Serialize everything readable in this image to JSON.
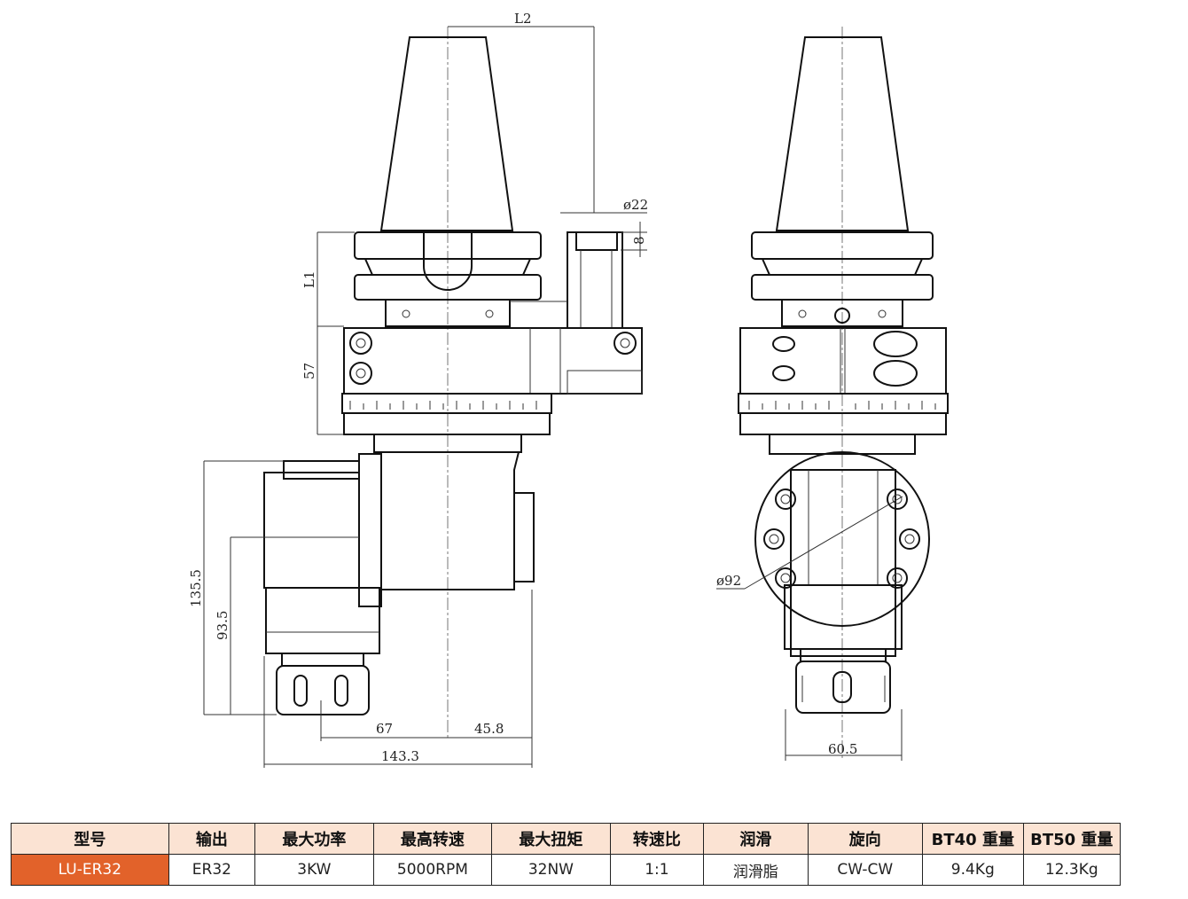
{
  "dimensions": {
    "l2": "L2",
    "d22": "ø22",
    "eight": "8",
    "l1": "L1",
    "fifty_seven": "57",
    "h135": "135.5",
    "h93": "93.5",
    "w67": "67",
    "w45": "45.8",
    "w143": "143.3",
    "d92": "ø92",
    "w60": "60.5"
  },
  "table": {
    "headers": [
      "型号",
      "输出",
      "最大功率",
      "最高转速",
      "最大扭矩",
      "转速比",
      "润滑",
      "旋向",
      "BT40 重量",
      "BT50 重量"
    ],
    "row": [
      "LU-ER32",
      "ER32",
      "3KW",
      "5000RPM",
      "32NW",
      "1:1",
      "润滑脂",
      "CW-CW",
      "9.4Kg",
      "12.3Kg"
    ]
  },
  "colors": {
    "header_bg": "#fbe3d3",
    "model_cell_bg": "#e2622a",
    "model_cell_text": "#ffffff"
  }
}
